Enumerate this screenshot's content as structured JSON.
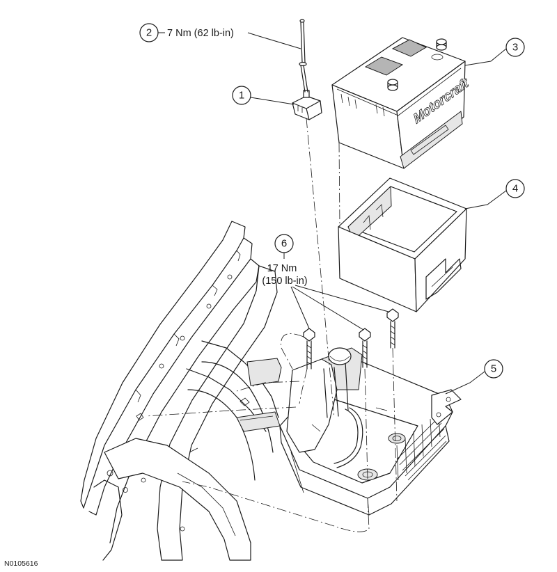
{
  "callouts": [
    {
      "number": "1",
      "spec": ""
    },
    {
      "number": "2",
      "spec": "7 Nm (62 lb-in)"
    },
    {
      "number": "3",
      "spec": ""
    },
    {
      "number": "4",
      "spec": ""
    },
    {
      "number": "5",
      "spec": ""
    },
    {
      "number": "6",
      "spec_line1": "17 Nm",
      "spec_line2": "(150 lb-in)"
    }
  ],
  "battery_brand": "Motorcraft",
  "figure_id": "N0105616"
}
